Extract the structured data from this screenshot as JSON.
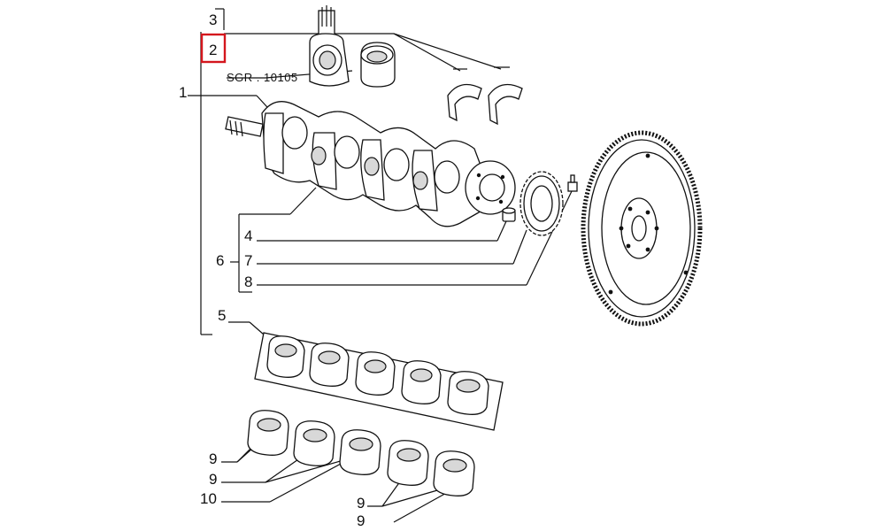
{
  "diagram": {
    "reference_code": "SGR . 10105",
    "callouts": {
      "c1": "1",
      "c2": "2",
      "c3": "3",
      "c4": "4",
      "c5": "5",
      "c6": "6",
      "c7": "7",
      "c8": "8",
      "c9a": "9",
      "c9b": "9",
      "c9c": "9",
      "c9d": "9",
      "c10": "10"
    },
    "highlighted_callout": "2",
    "highlight_color": "#d4161d"
  }
}
